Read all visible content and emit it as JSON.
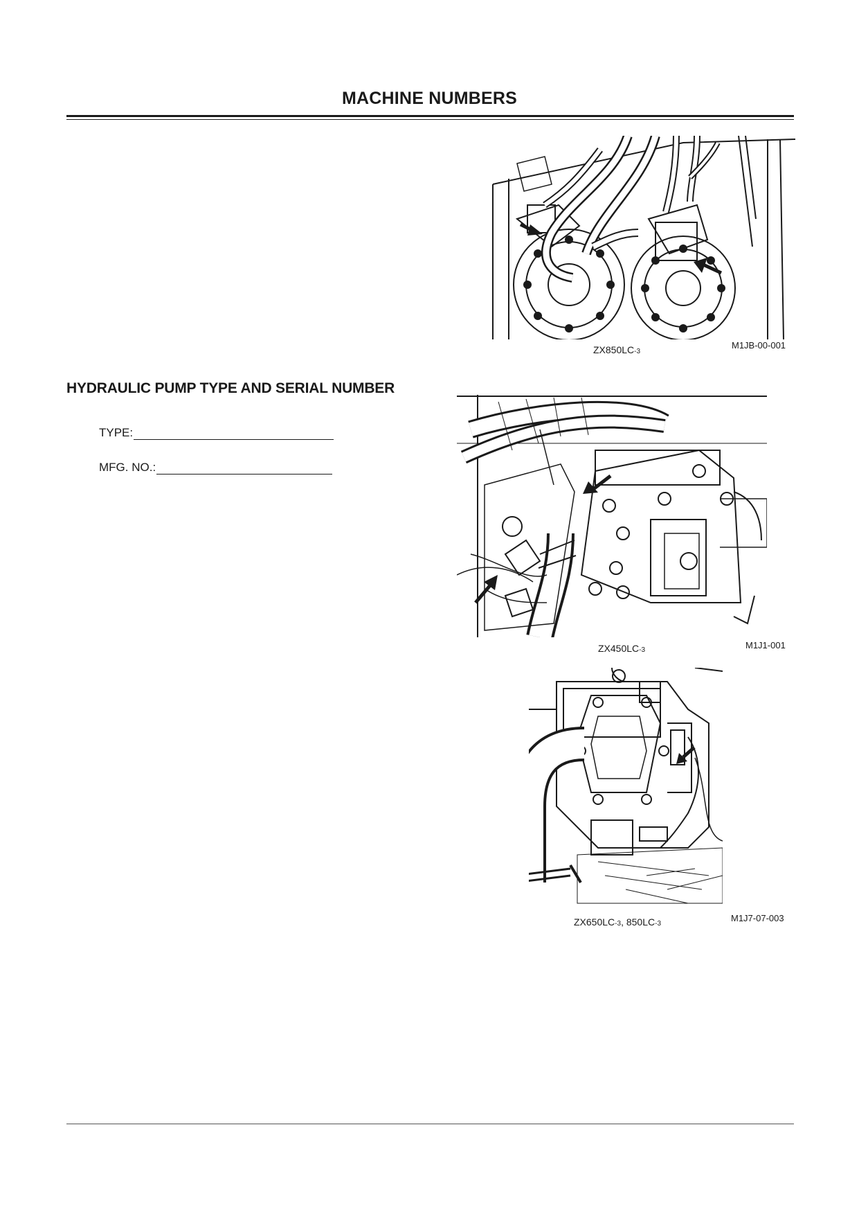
{
  "page": {
    "title": "MACHINE NUMBERS"
  },
  "figures": [
    {
      "caption_model": "ZX850LC",
      "caption_suffix": "-3",
      "caption_rest": "",
      "caption_rest_suffix": "",
      "figure_id": "M1JB-00-001"
    },
    {
      "caption_model": "ZX450LC",
      "caption_suffix": "-3",
      "caption_rest": "",
      "caption_rest_suffix": "",
      "figure_id": "M1J1-001"
    },
    {
      "caption_model": "ZX650LC",
      "caption_suffix": "-3",
      "caption_rest": ", 850LC",
      "caption_rest_suffix": "-3",
      "figure_id": "M1J7-07-003"
    }
  ],
  "section": {
    "heading": "HYDRAULIC PUMP TYPE AND SERIAL NUMBER",
    "fields": [
      {
        "label": "TYPE:",
        "value": ""
      },
      {
        "label": "MFG. NO.:",
        "value": ""
      }
    ]
  },
  "icons": [
    "arrow-pointer-icon"
  ]
}
